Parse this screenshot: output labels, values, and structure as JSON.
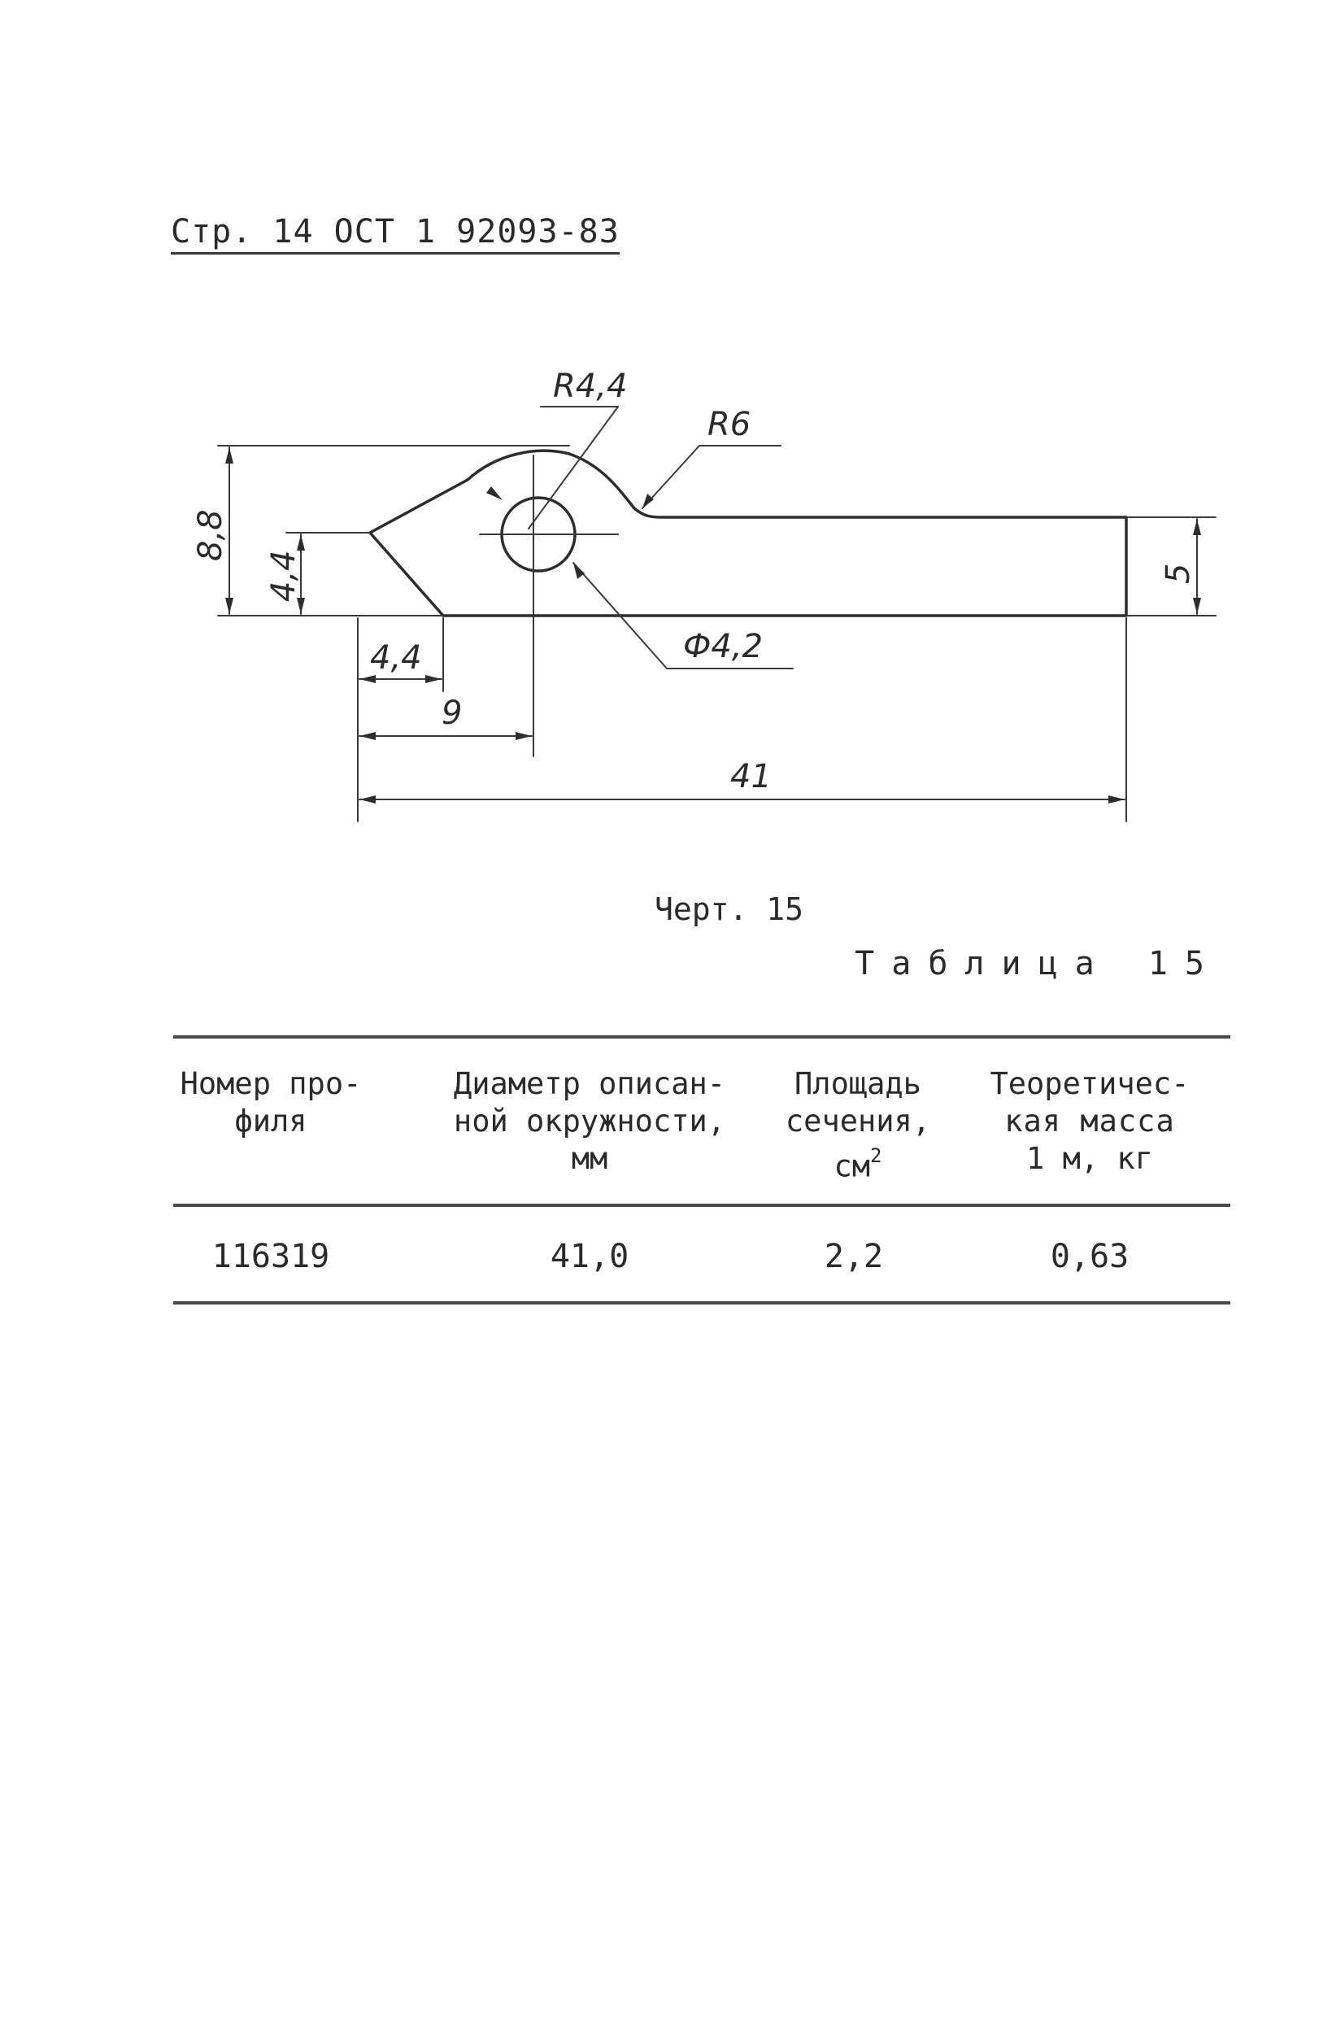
{
  "header": {
    "text": "Стр. 14 ОСТ 1 92093-83"
  },
  "drawing": {
    "dimensions": {
      "radius_top": "R4,4",
      "radius_bend": "R6",
      "hole_diameter": "Ф4,2",
      "total_height": "8,8",
      "half_height": "4,4",
      "right_height": "5",
      "tip_offset": "4,4",
      "hole_center": "9",
      "total_length": "41"
    }
  },
  "caption": "Черт. 15",
  "table": {
    "title": "Таблица 15",
    "headers": [
      [
        "Номер про-",
        "филя"
      ],
      [
        "Диаметр описан-",
        "ной окружности,",
        "мм"
      ],
      [
        "Площадь",
        "сечения,",
        "см"
      ],
      [
        "Теоретичес-",
        "кая масса",
        "1 м, кг"
      ]
    ],
    "area_unit_exponent": "2",
    "rows": [
      [
        "116319",
        "41,0",
        "2,2",
        "0,63"
      ]
    ]
  }
}
